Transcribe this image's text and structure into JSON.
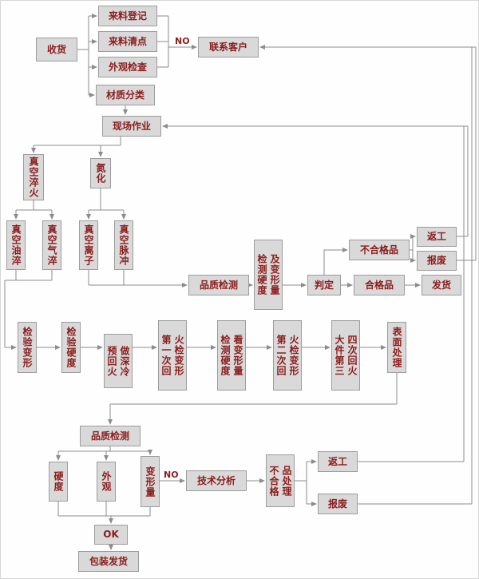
{
  "colors": {
    "box_bg": "#d9d9d9",
    "box_border": "#9c9c9c",
    "text": "#8b1c1c",
    "line": "#8c8c8c",
    "background": "#fefefe"
  },
  "nodes": {
    "shouhuo": "收货",
    "lailiao_dengji": "来料登记",
    "lailiao_qingdian": "来料清点",
    "waiguan_jiancha": "外观检查",
    "caizhi_fenlei": "材质分类",
    "lianxi_kehu": "联系客户",
    "xianchang_zuoye": "现场作业",
    "zhenkong_cuihuo": "真空淬火",
    "danhua": "氮化",
    "zhenkong_youcui": "真空油淬",
    "zhenkong_qicui": "真空气淬",
    "zhenkong_lizi": "真空离子",
    "zhenkong_maichong": "真空脉冲",
    "pinzhi_jiance_top": "品质检测",
    "jiance_yingdu_ji": "检测硬度\n及变形量",
    "panding": "判定",
    "buhegepin": "不合格品",
    "hegepin": "合格品",
    "fangong_top": "返工",
    "baofei_top": "报废",
    "fahuo": "发货",
    "jianyan_bianxing": "检验变形",
    "jianyan_yingdu": "检验硬度",
    "yuhuihuo": "预回火\n做深冷",
    "diyici": "第一次回\n火检变形",
    "jiance_kan": "检测硬度\n看变形量",
    "dierci": "第二次回\n火检变形",
    "dajian": "大件第三\n四次回火",
    "biaomian_chuli": "表面处理",
    "pinzhi_jiance_bottom": "品质检测",
    "yingdu": "硬度",
    "waiguan": "外观",
    "bianxingliang": "变形量",
    "jishu_fenxi": "技术分析",
    "buhegepin_chuli": "不合格\n品处理",
    "fangong_bottom": "返工",
    "baofei_bottom": "报废",
    "ok": "OK",
    "baozhuang_fahuo": "包装发货"
  },
  "labels": {
    "no_top": "NO",
    "no_bottom": "NO"
  }
}
